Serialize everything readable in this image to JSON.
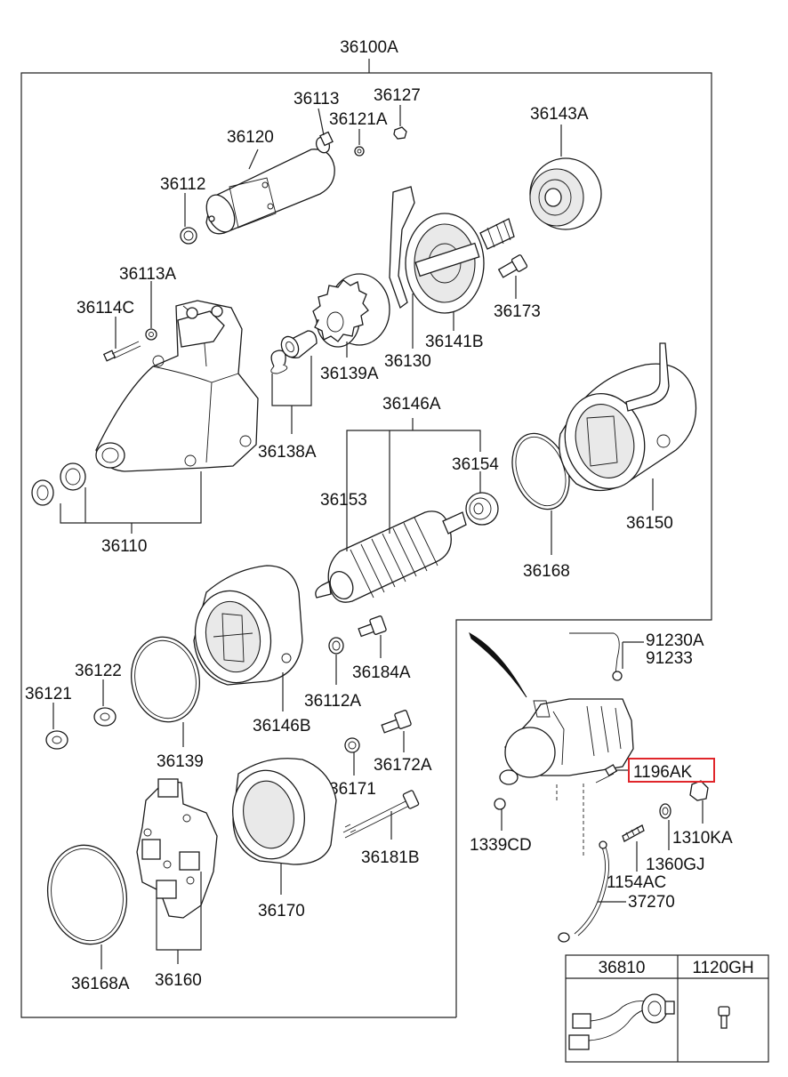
{
  "assembly_label": "36100A",
  "highlight_color": "#e0262b",
  "labels": {
    "p36113": "36113",
    "p36127": "36127",
    "p36121A": "36121A",
    "p36120": "36120",
    "p36143A": "36143A",
    "p36112": "36112",
    "p36113A": "36113A",
    "p36114C": "36114C",
    "p36173": "36173",
    "p36141B": "36141B",
    "p36130": "36130",
    "p36139A": "36139A",
    "p36138A": "36138A",
    "p36146A": "36146A",
    "p36154": "36154",
    "p36153": "36153",
    "p36150": "36150",
    "p36110": "36110",
    "p36168": "36168",
    "p36122": "36122",
    "p36121": "36121",
    "p36184A": "36184A",
    "p36112A": "36112A",
    "p36146B": "36146B",
    "p36139": "36139",
    "p36172A": "36172A",
    "p36171": "36171",
    "p36181B": "36181B",
    "p36170": "36170",
    "p36168A": "36168A",
    "p36160": "36160",
    "p91230A": "91230A",
    "p91233": "91233",
    "p1196AK": "1196AK",
    "p1339CD": "1339CD",
    "p1310KA": "1310KA",
    "p1360GJ": "1360GJ",
    "p1154AC": "1154AC",
    "p37270": "37270"
  },
  "inset_table": {
    "col1_header": "36810",
    "col2_header": "1120GH"
  }
}
